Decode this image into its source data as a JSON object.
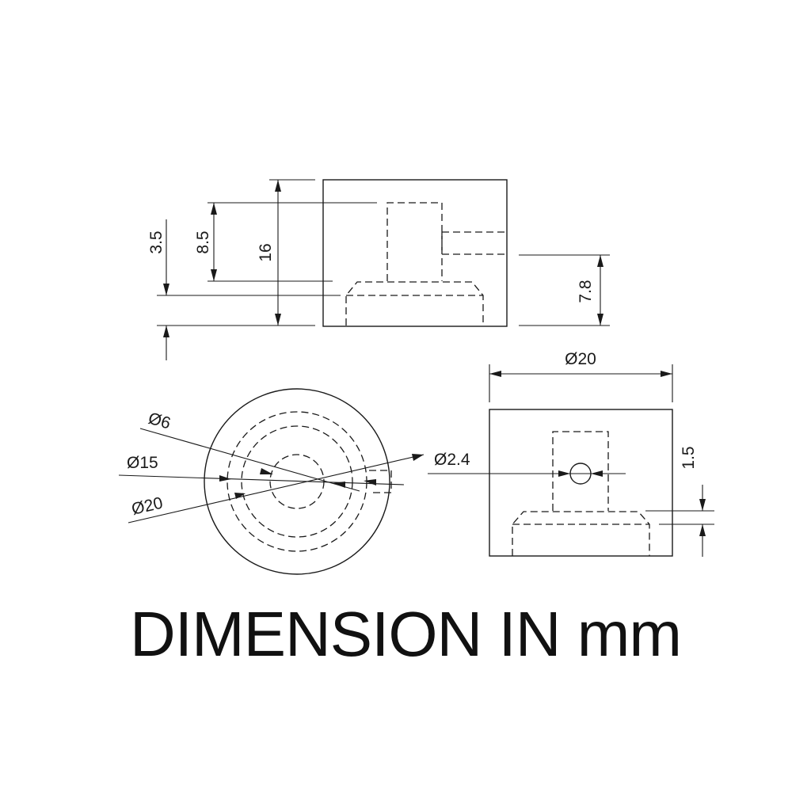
{
  "drawing": {
    "side_view": {
      "labels": {
        "dim_3_5": "3.5",
        "dim_8_5": "8.5",
        "dim_16": "16",
        "dim_7_8": "7.8"
      }
    },
    "top_view": {
      "labels": {
        "dia_6": "Ø6",
        "dia_15": "Ø15",
        "dia_20": "Ø20"
      }
    },
    "front_view": {
      "labels": {
        "width_dia_20": "Ø20",
        "hole_dia_2_4": "Ø2.4",
        "dim_1_5": "1.5"
      }
    }
  },
  "caption": "DIMENSION IN mm"
}
